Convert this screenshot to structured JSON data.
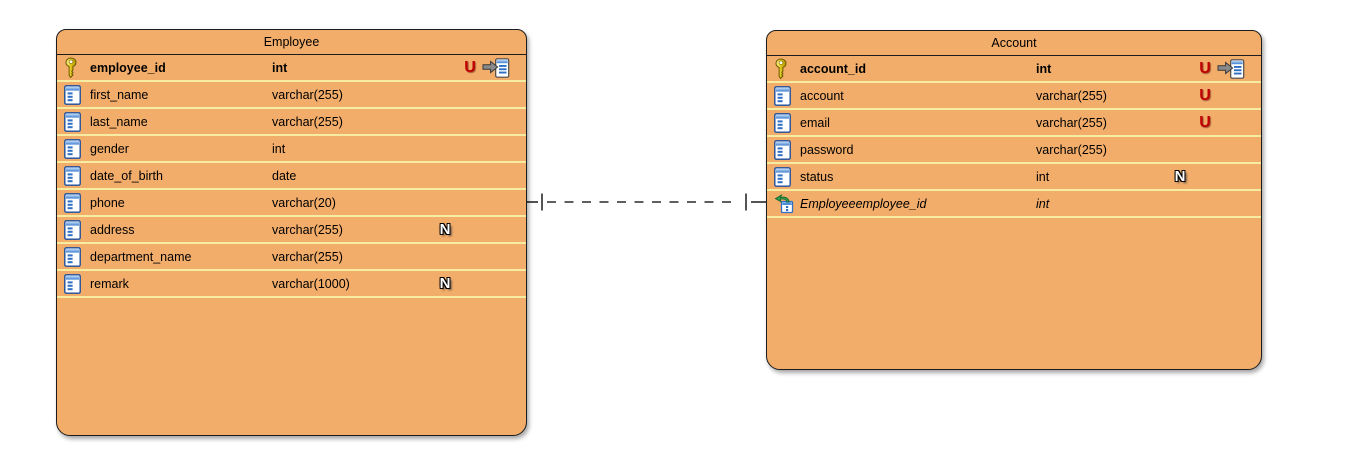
{
  "diagram": {
    "background_color": "#ffffff",
    "table_fill_color": "#f2ad6a",
    "row_separator_color": "#f7eda2",
    "table_border_color": "#1c1c1c",
    "unique_badge_color": "#c00000",
    "key_icon_color": "#e3c81e",
    "column_icon_color": "#2f6fc4",
    "foreign_key_arrow_color": "#2f9e4f",
    "relationship_line_color": "#2a2a2a",
    "badge_labels": {
      "unique": "U",
      "nullable": "N"
    },
    "relationship": {
      "from_table": "Employee",
      "to_table": "Account",
      "line_style": "dashed",
      "end_markers": "bar-bar"
    }
  },
  "tables": [
    {
      "name": "Employee",
      "columns": [
        {
          "name": "employee_id",
          "type": "int",
          "icon": "primary-key",
          "bold": true,
          "italic": false,
          "nullable": false,
          "unique": true,
          "ref": true
        },
        {
          "name": "first_name",
          "type": "varchar(255)",
          "icon": "column",
          "bold": false,
          "italic": false,
          "nullable": false,
          "unique": false,
          "ref": false
        },
        {
          "name": "last_name",
          "type": "varchar(255)",
          "icon": "column",
          "bold": false,
          "italic": false,
          "nullable": false,
          "unique": false,
          "ref": false
        },
        {
          "name": "gender",
          "type": "int",
          "icon": "column",
          "bold": false,
          "italic": false,
          "nullable": false,
          "unique": false,
          "ref": false
        },
        {
          "name": "date_of_birth",
          "type": "date",
          "icon": "column",
          "bold": false,
          "italic": false,
          "nullable": false,
          "unique": false,
          "ref": false
        },
        {
          "name": "phone",
          "type": "varchar(20)",
          "icon": "column",
          "bold": false,
          "italic": false,
          "nullable": false,
          "unique": false,
          "ref": false
        },
        {
          "name": "address",
          "type": "varchar(255)",
          "icon": "column",
          "bold": false,
          "italic": false,
          "nullable": true,
          "unique": false,
          "ref": false
        },
        {
          "name": "department_name",
          "type": "varchar(255)",
          "icon": "column",
          "bold": false,
          "italic": false,
          "nullable": false,
          "unique": false,
          "ref": false
        },
        {
          "name": "remark",
          "type": "varchar(1000)",
          "icon": "column",
          "bold": false,
          "italic": false,
          "nullable": true,
          "unique": false,
          "ref": false
        }
      ]
    },
    {
      "name": "Account",
      "columns": [
        {
          "name": "account_id",
          "type": "int",
          "icon": "primary-key",
          "bold": true,
          "italic": false,
          "nullable": false,
          "unique": true,
          "ref": true
        },
        {
          "name": "account",
          "type": "varchar(255)",
          "icon": "column",
          "bold": false,
          "italic": false,
          "nullable": false,
          "unique": true,
          "ref": false
        },
        {
          "name": "email",
          "type": "varchar(255)",
          "icon": "column",
          "bold": false,
          "italic": false,
          "nullable": false,
          "unique": true,
          "ref": false
        },
        {
          "name": "password",
          "type": "varchar(255)",
          "icon": "column",
          "bold": false,
          "italic": false,
          "nullable": false,
          "unique": false,
          "ref": false
        },
        {
          "name": "status",
          "type": "int",
          "icon": "column",
          "bold": false,
          "italic": false,
          "nullable": true,
          "unique": false,
          "ref": false
        },
        {
          "name": "Employeeemployee_id",
          "type": "int",
          "icon": "foreign-key",
          "bold": false,
          "italic": true,
          "nullable": false,
          "unique": false,
          "ref": false
        }
      ]
    }
  ]
}
